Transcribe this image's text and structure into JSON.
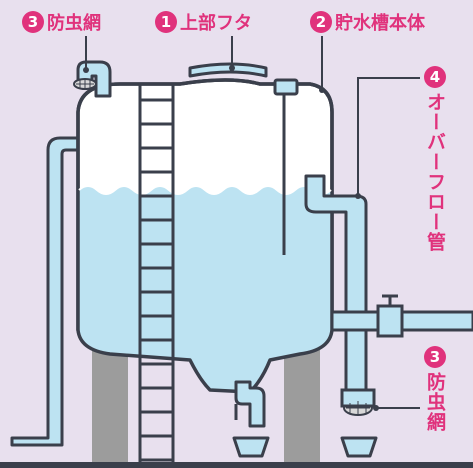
{
  "labels": {
    "screen_top": {
      "number": "3",
      "text": "防虫網"
    },
    "lid": {
      "number": "1",
      "text": "上部フタ"
    },
    "tank_body": {
      "number": "2",
      "text": "貯水槽本体"
    },
    "overflow_pipe": {
      "number": "4",
      "text": "オーバーフロー管"
    },
    "screen_bottom": {
      "number": "3",
      "text": "防虫網"
    }
  },
  "colors": {
    "accent": "#e0327c",
    "outline": "#3a3f4b",
    "water": "#bde3f2",
    "tank_upper": "#ffffff",
    "pipe": "#bde3f2",
    "legs": "#9c9c9c",
    "background": "#e8e0ee"
  }
}
